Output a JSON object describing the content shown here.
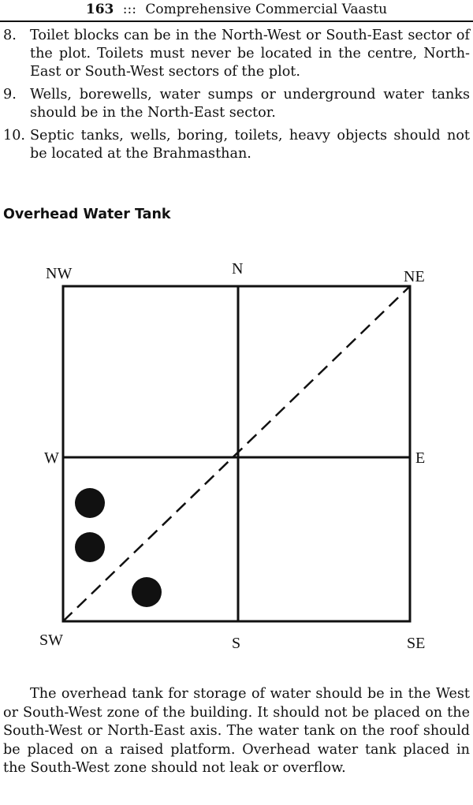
{
  "header": {
    "page_number": "163",
    "separator": ":::",
    "book_title": "Comprehensive Commercial Vaastu"
  },
  "list_items": [
    {
      "number": "8.",
      "text": "Toilet blocks can be in the North-West or South-East sector of the plot. Toilets must never be located in the centre, North-East or South-West sectors of the plot."
    },
    {
      "number": "9.",
      "text": "Wells, borewells, water sumps or underground water tanks should be in the North-East sector."
    },
    {
      "number": "10.",
      "text": "Septic tanks, wells, boring, toilets, heavy objects should not be located at the Brahmasthan."
    }
  ],
  "section_title": "Overhead Water Tank",
  "diagram": {
    "labels": {
      "nw": "NW",
      "n": "N",
      "ne": "NE",
      "w": "W",
      "e": "E",
      "sw": "SW",
      "s": "S",
      "se": "SE"
    }
  },
  "paragraph": "The overhead tank for storage of water should be in the West or South-West zone of the building. It should not be placed on the South-West or North-East axis. The water tank on the roof should be placed on a raised platform. Overhead water tank placed in the South-West zone should not leak or overflow."
}
